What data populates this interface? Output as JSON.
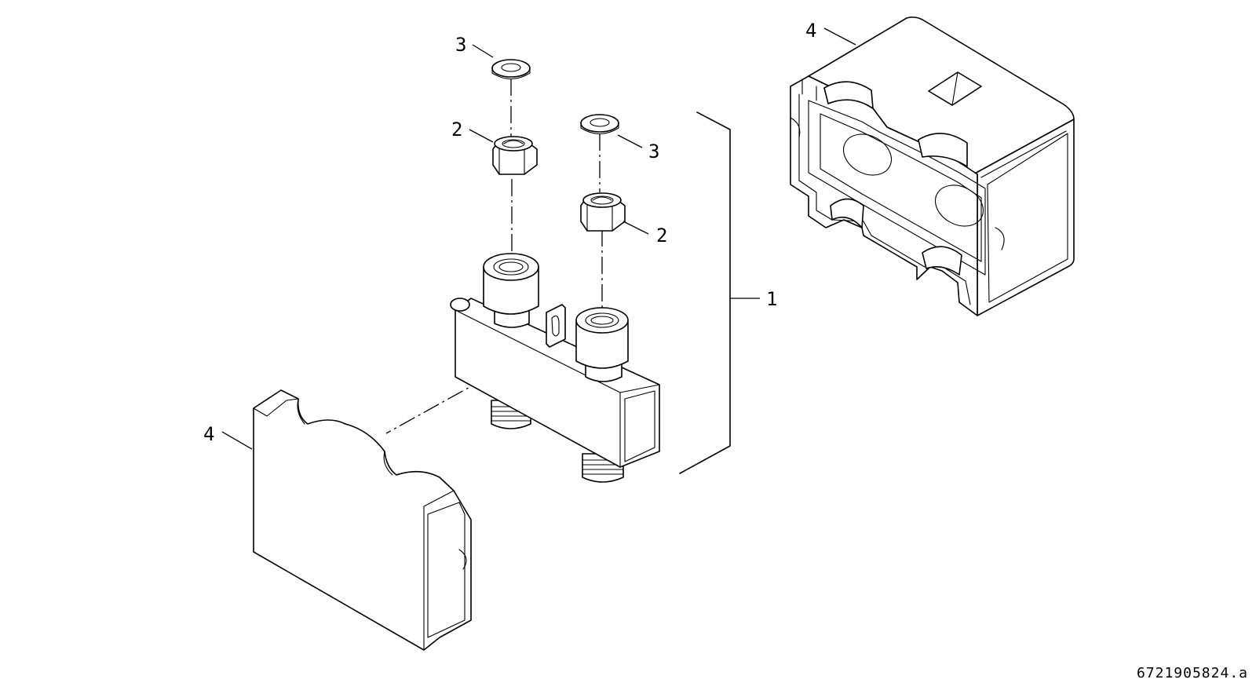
{
  "callouts": {
    "washer_left": "3",
    "nut_left": "2",
    "washer_right": "3",
    "nut_right": "2",
    "assembly": "1",
    "cover_front": "4",
    "cover_back": "4"
  },
  "document_number": "6721905824.a"
}
